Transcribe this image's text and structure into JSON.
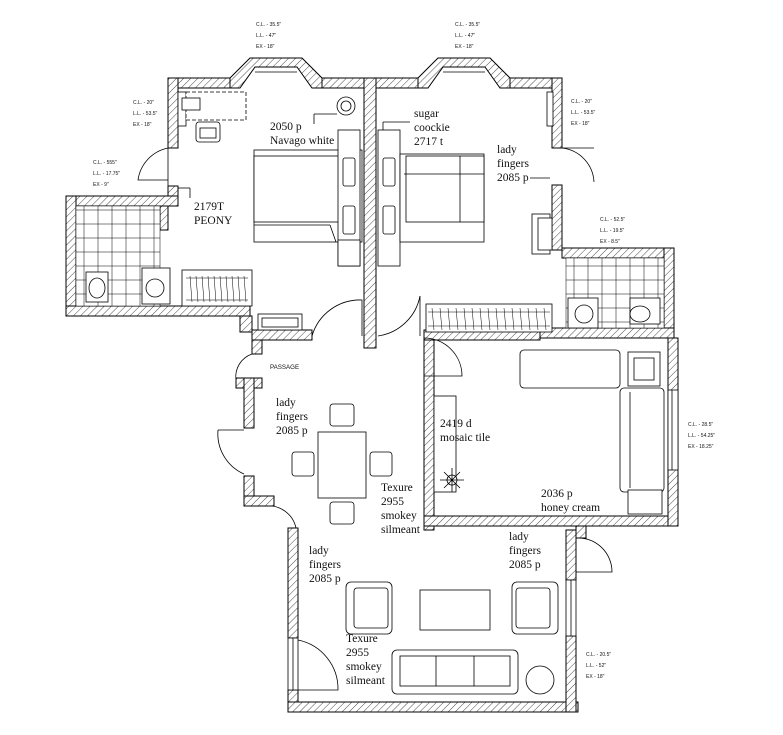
{
  "room_labels": {
    "navago": [
      "2050 p",
      "Navago white"
    ],
    "sugar": [
      "sugar",
      "coockie",
      "2717 t"
    ],
    "lady_right_bed": [
      "lady",
      "fingers",
      "2085 p"
    ],
    "peony": [
      "2179T",
      "PEONY"
    ],
    "passage": "PASSAGE",
    "lady_dining": [
      "lady",
      "fingers",
      "2085 p"
    ],
    "mosaic": [
      "2419 d",
      "mosaic tile"
    ],
    "honey": [
      "2036 p",
      "honey cream"
    ],
    "texture_dining": [
      "Texure",
      "2955",
      "smokey",
      "silmeant"
    ],
    "lady_living_left": [
      "lady",
      "fingers",
      "2085 p"
    ],
    "lady_living_right": [
      "lady",
      "fingers",
      "2085 p"
    ],
    "texture_living": [
      "Texure",
      "2955",
      "smokey",
      "silmeant"
    ]
  },
  "light_notes": {
    "top_left": [
      "C.L. - 35.5\"",
      "L.L. - 47\"",
      "EX - 18\""
    ],
    "top_right": [
      "C.L. - 35.5\"",
      "L.L. - 47\"",
      "EX - 18\""
    ],
    "bed_left": [
      "C.L. - 20\"",
      "L.L. - 53.5\"",
      "EX - 18\""
    ],
    "bed_right": [
      "C.L. - 20\"",
      "L.L. - 53.5\"",
      "EX - 18\""
    ],
    "bath_left": [
      "C.L. - 555\"",
      "L.L. - 17.75\"",
      "EX - 9\""
    ],
    "bath_right": [
      "C.L. - 52.5\"",
      "L.L. - 19.5\"",
      "EX - 8.5\""
    ],
    "living_right": [
      "C.L. - 28.5\"",
      "L.L. - 54.25\"",
      "EX - 18.25\""
    ],
    "bottom_right": [
      "C.L. - 20.5\"",
      "L.L. - 52\"",
      "EX - 18\""
    ]
  }
}
